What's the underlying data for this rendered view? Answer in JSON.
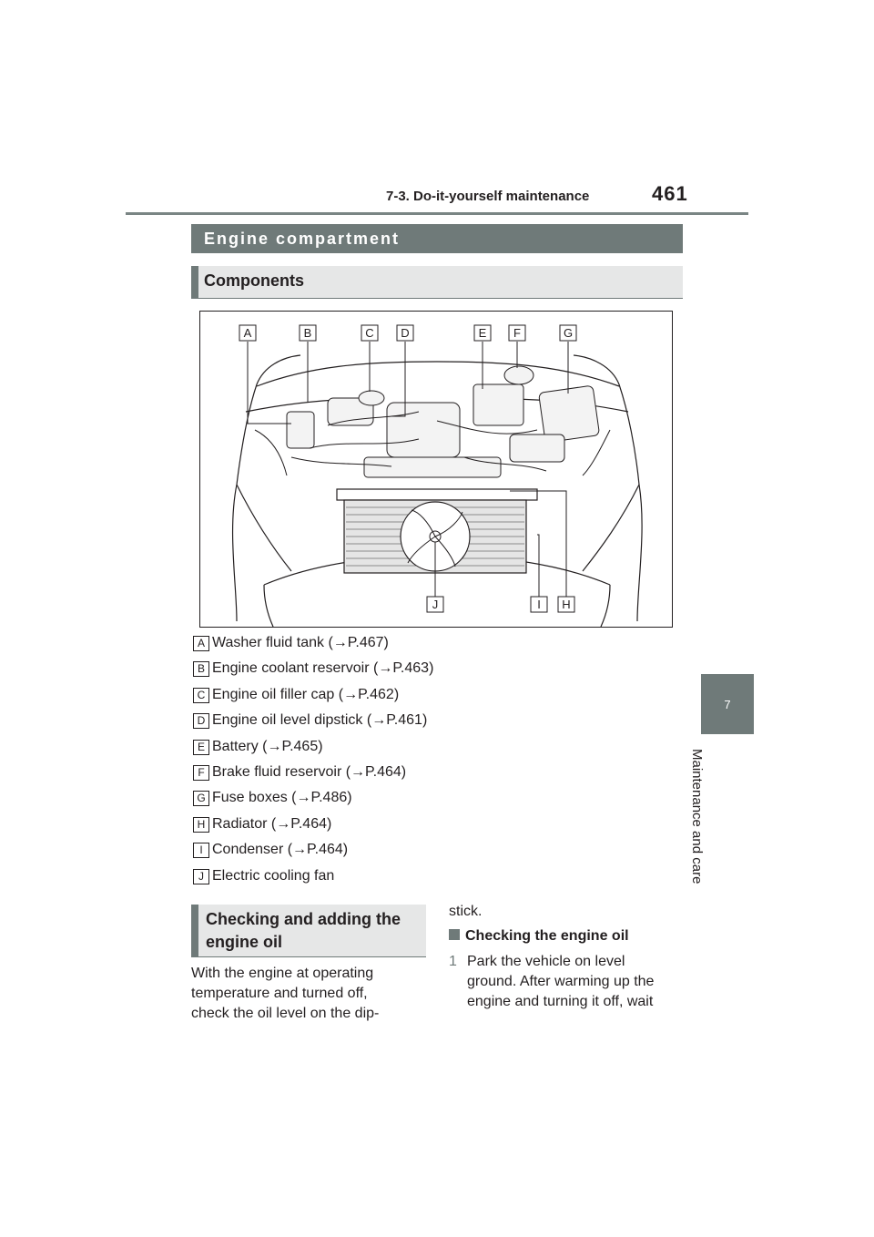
{
  "header": {
    "section": "7-3. Do-it-yourself maintenance",
    "page_number": "461"
  },
  "side_tab": {
    "number": "7",
    "label": "Maintenance and care"
  },
  "section_title": "Engine compartment",
  "components_heading": "Components",
  "figure": {
    "top_labels": [
      "A",
      "B",
      "C",
      "D",
      "E",
      "F",
      "G"
    ],
    "bottom_labels": [
      "J",
      "I",
      "H"
    ]
  },
  "components": [
    {
      "letter": "A",
      "text": "Washer fluid tank (→P.467)"
    },
    {
      "letter": "B",
      "text": "Engine coolant reservoir (→P.463)"
    },
    {
      "letter": "C",
      "text": "Engine oil filler cap (→P.462)"
    },
    {
      "letter": "D",
      "text": "Engine oil level dipstick (→P.461)"
    },
    {
      "letter": "E",
      "text": "Battery (→P.465)"
    },
    {
      "letter": "F",
      "text": "Brake fluid reservoir (→P.464)"
    },
    {
      "letter": "G",
      "text": "Fuse boxes (→P.486)"
    },
    {
      "letter": "H",
      "text": "Radiator (→P.464)"
    },
    {
      "letter": "I",
      "text": "Condenser (→P.464)"
    },
    {
      "letter": "J",
      "text": "Electric cooling fan"
    }
  ],
  "checking": {
    "heading_line1": "Checking and adding the",
    "heading_line2": "engine oil",
    "paragraph_lines": [
      "With the engine at operating",
      "temperature and turned off,",
      "check the oil level on the dip-"
    ],
    "continuation": "stick.",
    "subsection": "Checking the engine oil",
    "step_number": "1",
    "step_lines": [
      "Park the vehicle on level",
      "ground. After warming up the",
      "engine and turning it off, wait"
    ]
  },
  "colors": {
    "accent": "#6f7a79",
    "heading_bg": "#e6e7e7",
    "text": "#231f20"
  }
}
